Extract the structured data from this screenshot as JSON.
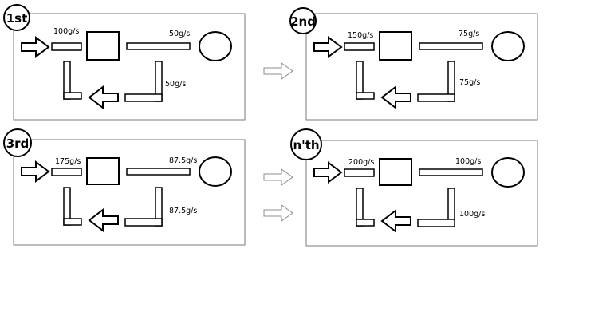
{
  "panels": [
    {
      "badge": "1st",
      "inflow": "100g/s",
      "outflow": "50g/s",
      "return_flow": "50g/s"
    },
    {
      "badge": "2nd",
      "inflow": "150g/s",
      "outflow": "75g/s",
      "return_flow": "75g/s"
    },
    {
      "badge": "3rd",
      "inflow": "175g/s",
      "outflow": "87.5g/s",
      "return_flow": "87.5g/s"
    },
    {
      "badge": "n'th",
      "inflow": "200g/s",
      "outflow": "100g/s",
      "return_flow": "100g/s"
    }
  ]
}
